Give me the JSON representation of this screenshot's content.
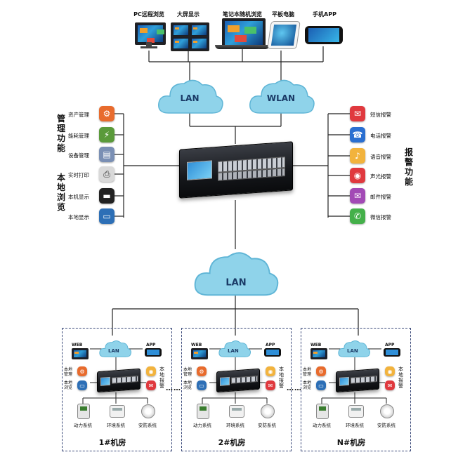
{
  "clients": {
    "pc": "PC远程浏览",
    "bigscreen": "大屏显示",
    "laptop": "笔记本随机浏览",
    "tablet": "平板电脑",
    "phone": "手机APP"
  },
  "networks": {
    "lan": "LAN",
    "wlan": "WLAN",
    "core_lan": "LAN"
  },
  "left": {
    "title_manage": "管理功能",
    "title_local": "本地浏览",
    "items": [
      "资产管理",
      "能耗管理",
      "设备管理",
      "实时打印",
      "本机显示",
      "本地显示"
    ]
  },
  "right": {
    "title": "报警功能",
    "items": [
      "短信报警",
      "电话报警",
      "语音报警",
      "声光报警",
      "邮件报警",
      "微信报警"
    ]
  },
  "colors": {
    "cloud": "#8fd3ea",
    "line": "#222222",
    "room_border": "#3b4a7a",
    "sms": "#e0393e",
    "phone": "#2a6fd1",
    "voice": "#f2b33d",
    "light": "#e0393e",
    "mail": "#a24ab5",
    "wechat": "#44b04a"
  },
  "rooms": [
    {
      "title": "1#机房",
      "web": "WEB",
      "lan": "LAN",
      "app": "APP",
      "local_manage": "本地管理",
      "local_browse": "本地浏览",
      "local_alarm": "本地报警",
      "systems": [
        "动力系统",
        "环境系统",
        "安防系统"
      ]
    },
    {
      "title": "2#机房",
      "web": "WEB",
      "lan": "LAN",
      "app": "APP",
      "local_manage": "本地管理",
      "local_browse": "本地浏览",
      "local_alarm": "本地报警",
      "systems": [
        "动力系统",
        "环境系统",
        "安防系统"
      ]
    },
    {
      "title": "N#机房",
      "web": "WEB",
      "lan": "LAN",
      "app": "APP",
      "local_manage": "本地管理",
      "local_browse": "本地浏览",
      "local_alarm": "本地报警",
      "systems": [
        "动力系统",
        "环境系统",
        "安防系统"
      ]
    }
  ],
  "separator": "……"
}
